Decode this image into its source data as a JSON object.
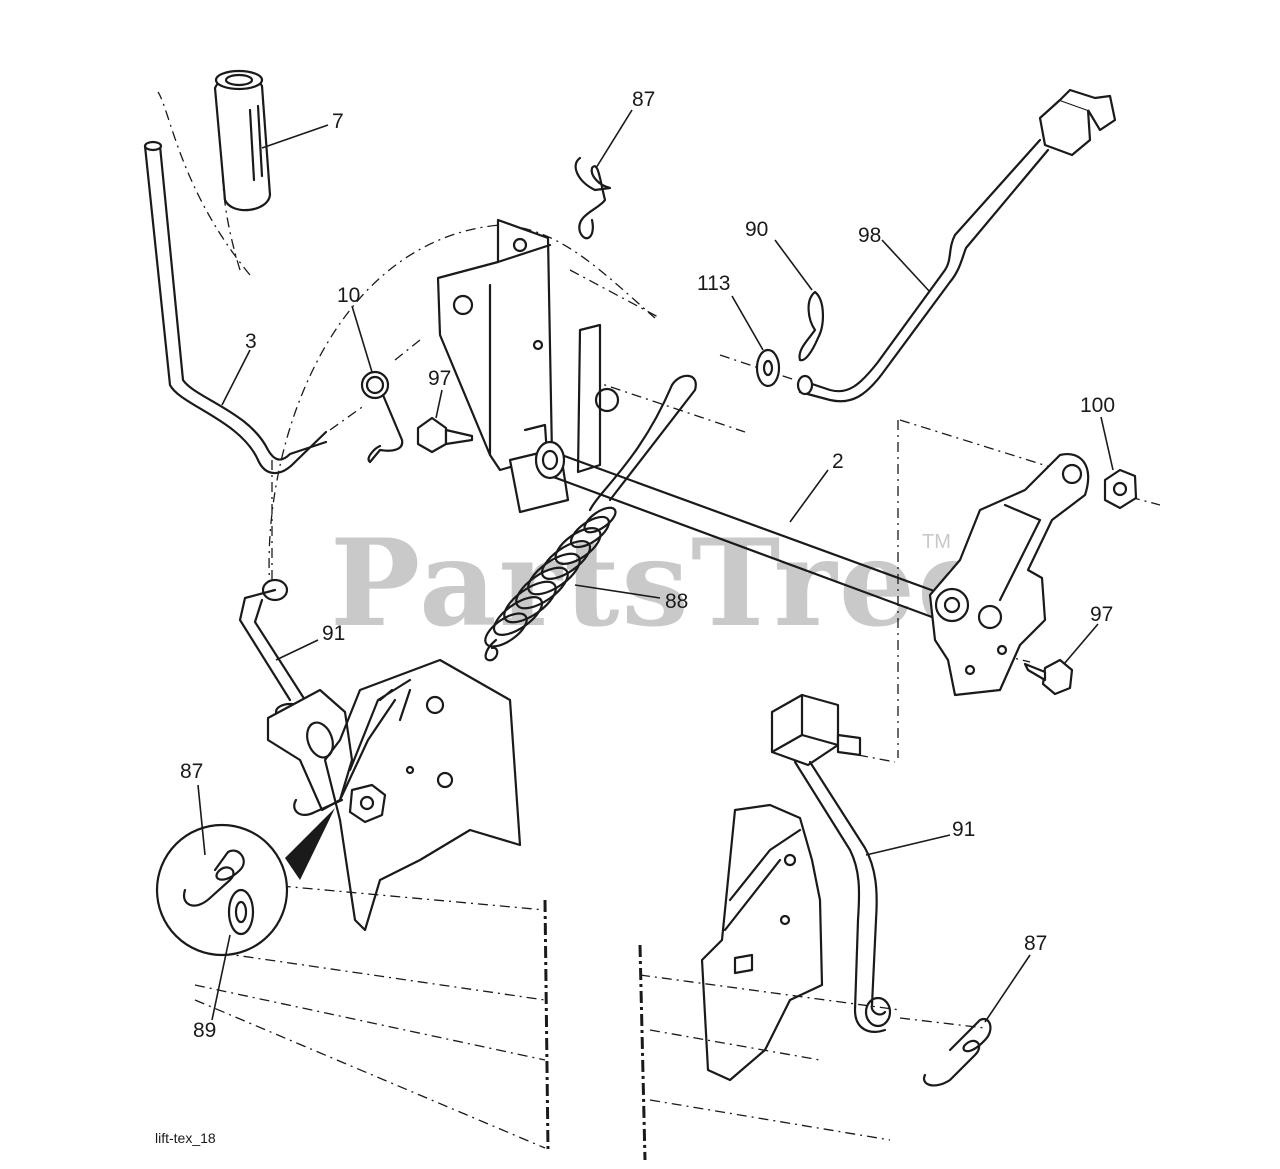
{
  "diagram": {
    "watermark": "PartsTree",
    "trademark": "TM",
    "reference_code": "lift-tex_18",
    "callouts": [
      {
        "id": "c7",
        "text": "7"
      },
      {
        "id": "c87a",
        "text": "87"
      },
      {
        "id": "c90",
        "text": "90"
      },
      {
        "id": "c98",
        "text": "98"
      },
      {
        "id": "c113",
        "text": "113"
      },
      {
        "id": "c10",
        "text": "10"
      },
      {
        "id": "c3",
        "text": "3"
      },
      {
        "id": "c97a",
        "text": "97"
      },
      {
        "id": "c100",
        "text": "100"
      },
      {
        "id": "c2",
        "text": "2"
      },
      {
        "id": "c88",
        "text": "88"
      },
      {
        "id": "c97b",
        "text": "97"
      },
      {
        "id": "c91a",
        "text": "91"
      },
      {
        "id": "c87b",
        "text": "87"
      },
      {
        "id": "c91b",
        "text": "91"
      },
      {
        "id": "c87c",
        "text": "87"
      },
      {
        "id": "c89",
        "text": "89"
      }
    ]
  }
}
